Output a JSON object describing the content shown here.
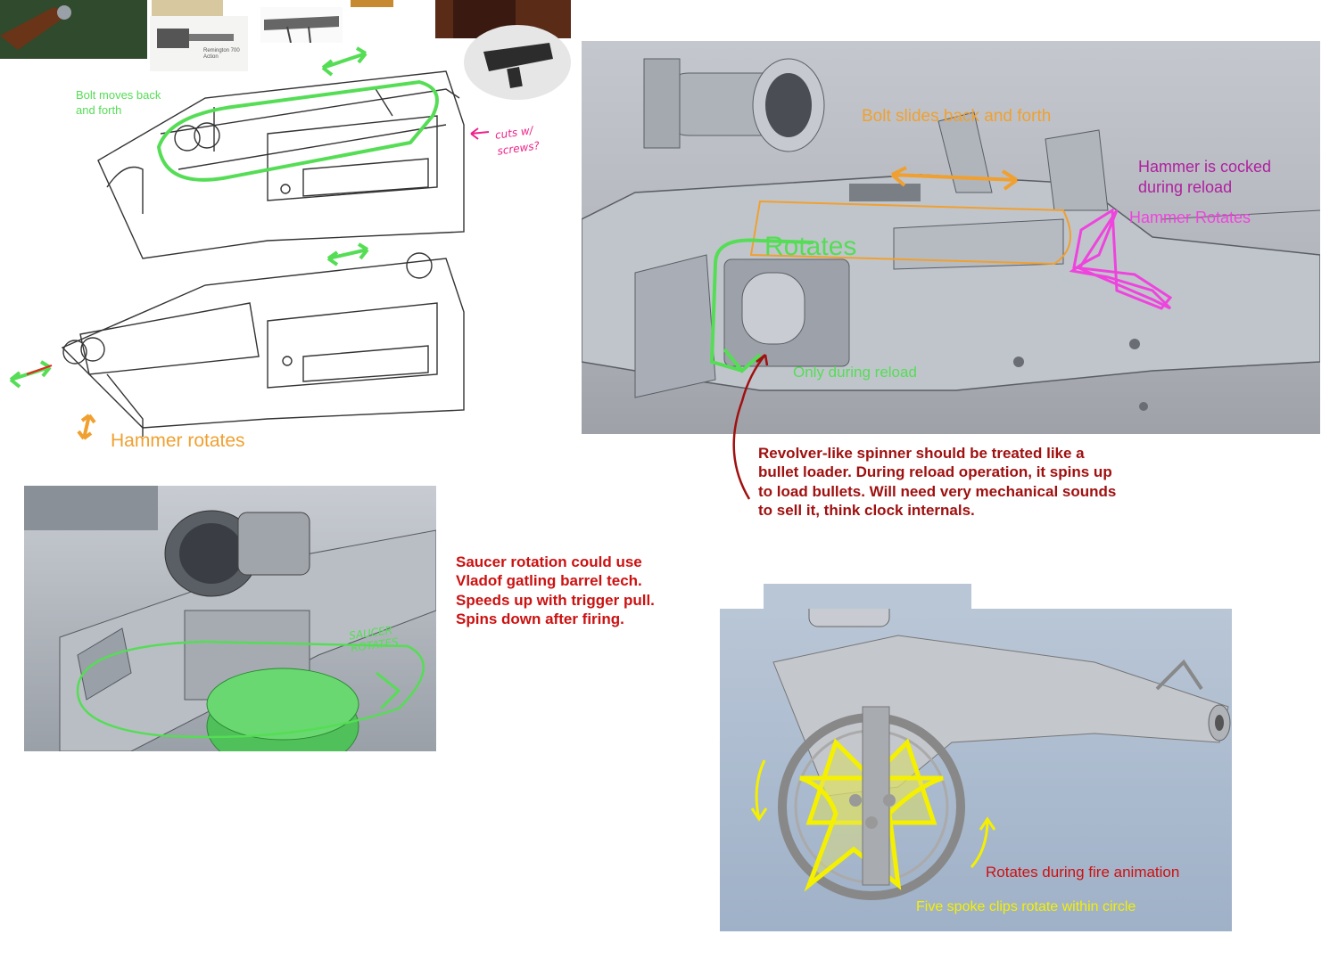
{
  "colors": {
    "green_annotation": "#55dd55",
    "orange_annotation": "#f0a030",
    "magenta_annotation": "#ee44dd",
    "purple_text": "#b020a0",
    "red_text": "#cc1111",
    "dark_red_text": "#a01010",
    "yellow_annotation": "#f4f000",
    "render_grey": "#b8bcc4"
  },
  "reference_strip": {
    "catalog_caption": "Remington 700 Action"
  },
  "sketch_panel": {
    "bolt_note": "Bolt moves back and forth",
    "cuts_note": "cuts w/ screws?",
    "hammer_note": "Hammer rotates"
  },
  "render_top": {
    "bolt_slides": "Bolt slides back and forth",
    "rotates": "Rotates",
    "only_during_reload": "Only during reload",
    "hammer_cocked": "Hammer is cocked during reload",
    "hammer_rotates": "Hammer Rotates"
  },
  "revolver_note": "Revolver-like spinner should be treated like a bullet loader.  During reload operation, it spins up to load bullets.  Will need very mechanical sounds to sell it, think clock internals.",
  "saucer_panel": {
    "saucer_rotates": "SAUCER ROTATES"
  },
  "saucer_note": "Saucer rotation could use Vladof gatling barrel tech.  Speeds up with trigger pull.  Spins down after firing.",
  "wheel_panel": {
    "rotates_fire": "Rotates during fire animation",
    "five_spoke": "Five spoke clips rotate within circle"
  }
}
